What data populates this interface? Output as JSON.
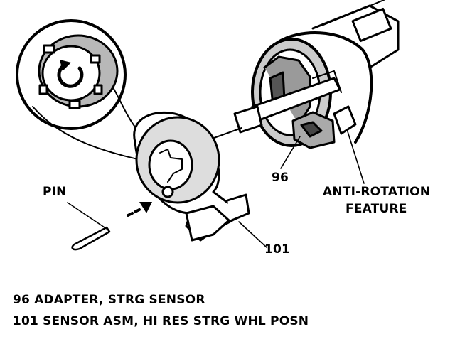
{
  "callouts": {
    "pin": "PIN",
    "ref_96": "96",
    "ref_101": "101",
    "anti_rotation_line1": "ANTI-ROTATION",
    "anti_rotation_line2": "FEATURE"
  },
  "legend": [
    {
      "number": "96",
      "description": "ADAPTER, STRG SENSOR"
    },
    {
      "number": "101",
      "description": "SENSOR ASM, HI RES STRG WHL POSN"
    }
  ],
  "colors": {
    "ink": "#000000",
    "paper": "#ffffff"
  },
  "icons": [
    "rotation-arrow-icon",
    "insert-direction-arrow-icon"
  ]
}
